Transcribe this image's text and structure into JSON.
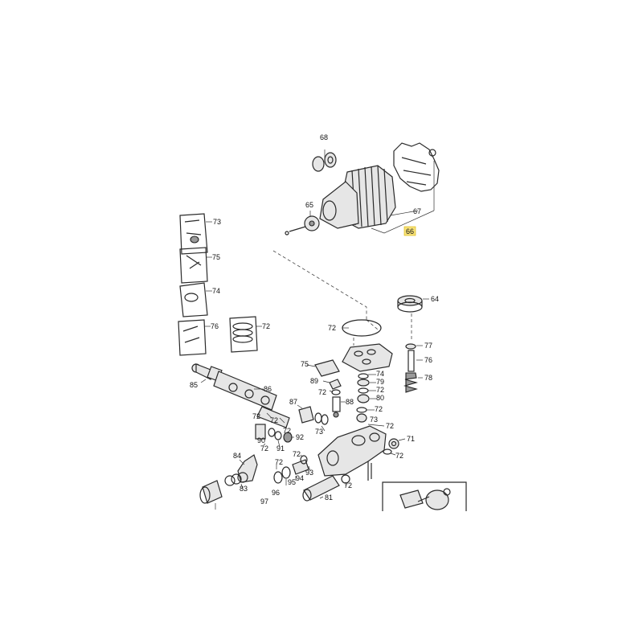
{
  "callouts": [
    {
      "id": "c68",
      "text": "68"
    },
    {
      "id": "c67",
      "text": "67"
    },
    {
      "id": "c66",
      "text": "66",
      "highlighted": true
    },
    {
      "id": "c65",
      "text": "65"
    },
    {
      "id": "c64",
      "text": "64"
    },
    {
      "id": "c73a",
      "text": "73"
    },
    {
      "id": "c75a",
      "text": "75"
    },
    {
      "id": "c74a",
      "text": "74"
    },
    {
      "id": "c76a",
      "text": "76"
    },
    {
      "id": "c72k",
      "text": "72"
    },
    {
      "id": "c72o",
      "text": "72"
    },
    {
      "id": "c77",
      "text": "77"
    },
    {
      "id": "c76",
      "text": "76"
    },
    {
      "id": "c78",
      "text": "78"
    },
    {
      "id": "c75",
      "text": "75"
    },
    {
      "id": "c89",
      "text": "89"
    },
    {
      "id": "c72a",
      "text": "72"
    },
    {
      "id": "c74",
      "text": "74"
    },
    {
      "id": "c79",
      "text": "79"
    },
    {
      "id": "c72b",
      "text": "72"
    },
    {
      "id": "c80",
      "text": "80"
    },
    {
      "id": "c88",
      "text": "88"
    },
    {
      "id": "c72c",
      "text": "72"
    },
    {
      "id": "c73",
      "text": "73"
    },
    {
      "id": "c72d",
      "text": "72"
    },
    {
      "id": "c85",
      "text": "85"
    },
    {
      "id": "c86",
      "text": "86"
    },
    {
      "id": "c87",
      "text": "87"
    },
    {
      "id": "c72e",
      "text": "72"
    },
    {
      "id": "c72f",
      "text": "72"
    },
    {
      "id": "c72g",
      "text": "72"
    },
    {
      "id": "c73b",
      "text": "73"
    },
    {
      "id": "c90",
      "text": "90"
    },
    {
      "id": "c72h",
      "text": "72"
    },
    {
      "id": "c91",
      "text": "91"
    },
    {
      "id": "c92",
      "text": "92"
    },
    {
      "id": "c71",
      "text": "71"
    },
    {
      "id": "c72i",
      "text": "72"
    },
    {
      "id": "c84",
      "text": "84"
    },
    {
      "id": "c72j",
      "text": "72"
    },
    {
      "id": "c72l",
      "text": "72"
    },
    {
      "id": "c93",
      "text": "93"
    },
    {
      "id": "c95",
      "text": "95"
    },
    {
      "id": "c94",
      "text": "94"
    },
    {
      "id": "c72m",
      "text": "72"
    },
    {
      "id": "c83",
      "text": "83"
    },
    {
      "id": "c97",
      "text": "97"
    },
    {
      "id": "c96",
      "text": "96"
    },
    {
      "id": "c81",
      "text": "81"
    }
  ],
  "colors": {
    "line": "#2a2a2a",
    "highlight": "#f7e27a"
  }
}
